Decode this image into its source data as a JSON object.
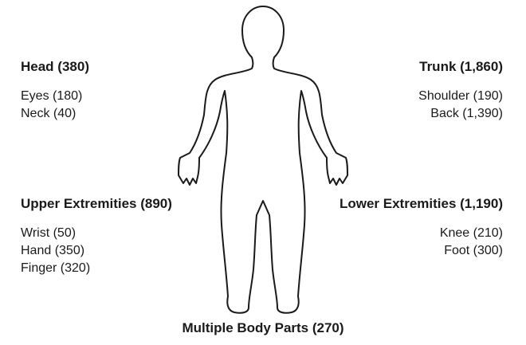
{
  "regions": {
    "head": {
      "title": "Head (380)",
      "items": [
        "Eyes (180)",
        "Neck (40)"
      ]
    },
    "trunk": {
      "title": "Trunk (1,860)",
      "items": [
        "Shoulder (190)",
        "Back (1,390)"
      ]
    },
    "upper_extremities": {
      "title": "Upper Extremities (890)",
      "items": [
        "Wrist (50)",
        "Hand (350)",
        "Finger (320)"
      ]
    },
    "lower_extremities": {
      "title": "Lower Extremities (1,190)",
      "items": [
        "Knee (210)",
        "Foot (300)"
      ]
    },
    "multiple": {
      "title": "Multiple Body Parts (270)"
    }
  },
  "figure": {
    "icon": "human-body-outline-icon",
    "stroke": "#1a1a1a"
  }
}
